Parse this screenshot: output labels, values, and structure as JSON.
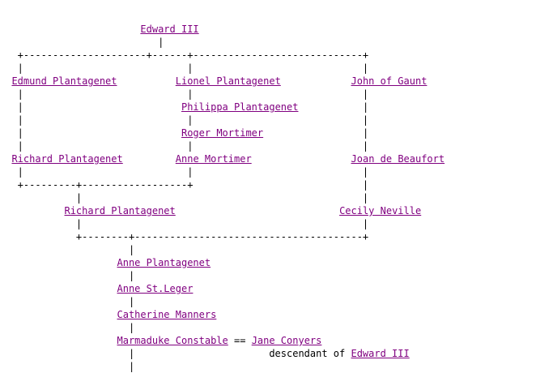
{
  "colors": {
    "link": "#800080",
    "text": "#000000",
    "background": "#ffffff"
  },
  "tree_lines": [
    [
      [
        "t",
        "                        "
      ],
      [
        "p",
        "Edward III"
      ]
    ],
    [
      [
        "t",
        "                           |"
      ]
    ],
    [
      [
        "t",
        "   +---------------------+------+-----------------------------+"
      ]
    ],
    [
      [
        "t",
        "   |                            |                             |"
      ]
    ],
    [
      [
        "t",
        "  "
      ],
      [
        "p",
        "Edmund Plantagenet"
      ],
      [
        "t",
        "          "
      ],
      [
        "p",
        "Lionel Plantagenet"
      ],
      [
        "t",
        "            "
      ],
      [
        "p",
        "John of Gaunt"
      ]
    ],
    [
      [
        "t",
        "   |                            |                             |"
      ]
    ],
    [
      [
        "t",
        "   |                           "
      ],
      [
        "p",
        "Philippa Plantagenet"
      ],
      [
        "t",
        "           |"
      ]
    ],
    [
      [
        "t",
        "   |                            |                             |"
      ]
    ],
    [
      [
        "t",
        "   |                           "
      ],
      [
        "p",
        "Roger Mortimer"
      ],
      [
        "t",
        "                 |"
      ]
    ],
    [
      [
        "t",
        "   |                            |                             |"
      ]
    ],
    [
      [
        "t",
        "  "
      ],
      [
        "p",
        "Richard Plantagenet"
      ],
      [
        "t",
        "         "
      ],
      [
        "p",
        "Anne Mortimer"
      ],
      [
        "t",
        "                 "
      ],
      [
        "p",
        "Joan de Beaufort"
      ]
    ],
    [
      [
        "t",
        "   |                            |                             |"
      ]
    ],
    [
      [
        "t",
        "   +---------+------------------+                             |"
      ]
    ],
    [
      [
        "t",
        "             |                                                |"
      ]
    ],
    [
      [
        "t",
        "           "
      ],
      [
        "p",
        "Richard Plantagenet"
      ],
      [
        "t",
        "                            "
      ],
      [
        "p",
        "Cecily Neville"
      ]
    ],
    [
      [
        "t",
        "             |                                                |"
      ]
    ],
    [
      [
        "t",
        "             +--------+---------------------------------------+"
      ]
    ],
    [
      [
        "t",
        "                      |"
      ]
    ],
    [
      [
        "t",
        "                    "
      ],
      [
        "p",
        "Anne Plantagenet"
      ]
    ],
    [
      [
        "t",
        "                      |"
      ]
    ],
    [
      [
        "t",
        "                    "
      ],
      [
        "p",
        "Anne St.Leger"
      ]
    ],
    [
      [
        "t",
        "                      |"
      ]
    ],
    [
      [
        "t",
        "                    "
      ],
      [
        "p",
        "Catherine Manners"
      ]
    ],
    [
      [
        "t",
        "                      |"
      ]
    ],
    [
      [
        "t",
        "                    "
      ],
      [
        "p",
        "Marmaduke Constable"
      ],
      [
        "t",
        " == "
      ],
      [
        "p",
        "Jane Conyers"
      ]
    ],
    [
      [
        "t",
        "                      |                       descendant of "
      ],
      [
        "p",
        "Edward III"
      ]
    ],
    [
      [
        "t",
        "                      |"
      ]
    ]
  ]
}
